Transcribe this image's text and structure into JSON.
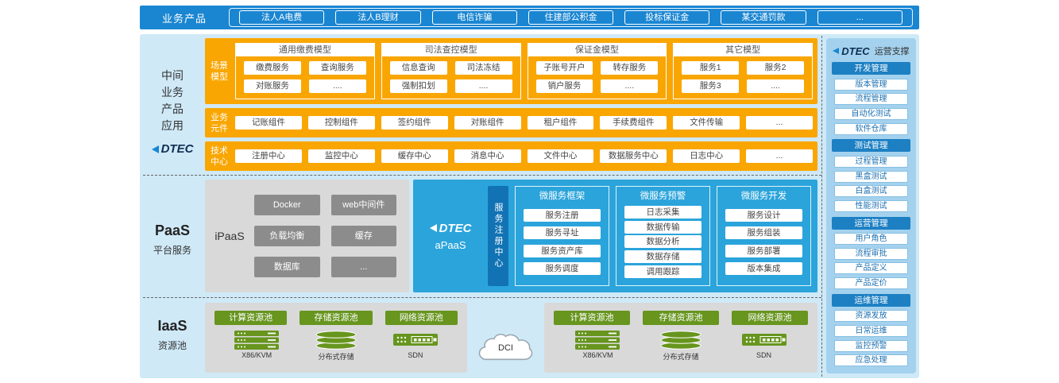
{
  "colors": {
    "top_bar_blue": "#1a86d2",
    "panel_light_blue": "#cfe9f7",
    "orange": "#f9a602",
    "apaas_blue": "#2ba4db",
    "registry_tab_blue": "#1173b4",
    "gray_box": "#d9d9d9",
    "gray_chip": "#8c8c8c",
    "green": "#67951e",
    "sidebar_bg": "#a4d2ee",
    "sidebar_header_blue": "#1d80c3",
    "logo_navy": "#0e2f52"
  },
  "top_bar": {
    "label": "业务产品",
    "products": [
      "法人A电费",
      "法人B理财",
      "电信诈骗",
      "住建部公积金",
      "投标保证金",
      "某交通罚款",
      "..."
    ]
  },
  "left_column": {
    "middle_app_label_lines": [
      "中间",
      "业务",
      "产品",
      "应用"
    ],
    "logo_text": "DTEC",
    "paas_title": "PaaS",
    "paas_subtitle": "平台服务",
    "iaas_title": "IaaS",
    "iaas_subtitle": "资源池"
  },
  "middle_section": {
    "scene_models": {
      "label_lines": [
        "场景",
        "模型"
      ],
      "groups": [
        {
          "title": "通用缴费模型",
          "items": [
            "缴费服务",
            "查询服务",
            "对账服务",
            "...."
          ]
        },
        {
          "title": "司法查控模型",
          "items": [
            "信息查询",
            "司法冻结",
            "强制扣划",
            "...."
          ]
        },
        {
          "title": "保证金模型",
          "items": [
            "子账号开户",
            "转存服务",
            "销户服务",
            "...."
          ]
        },
        {
          "title": "其它模型",
          "items": [
            "服务1",
            "服务2",
            "服务3",
            "...."
          ]
        }
      ]
    },
    "business_components": {
      "label_lines": [
        "业务",
        "元件"
      ],
      "items": [
        "记账组件",
        "控制组件",
        "签约组件",
        "对账组件",
        "租户组件",
        "手续费组件",
        "文件传输",
        "..."
      ]
    },
    "tech_centers": {
      "label_lines": [
        "技术",
        "中心"
      ],
      "items": [
        "注册中心",
        "监控中心",
        "缓存中心",
        "消息中心",
        "文件中心",
        "数据服务中心",
        "日志中心",
        "..."
      ]
    }
  },
  "paas_section": {
    "ipaas": {
      "label": "iPaaS",
      "items": [
        "Docker",
        "web中间件",
        "负载均衡",
        "缓存",
        "数据库",
        "..."
      ]
    },
    "apaas": {
      "logo_text": "DTEC",
      "label": "aPaaS",
      "registry_tab": "服务注册中心",
      "groups": [
        {
          "title": "微服务框架",
          "items": [
            "服务注册",
            "服务寻址",
            "服务资产库",
            "服务调度"
          ]
        },
        {
          "title": "微服务预警",
          "items": [
            "日志采集",
            "数据传输",
            "数据分析",
            "数据存储",
            "调用跟踪"
          ]
        },
        {
          "title": "微服务开发",
          "items": [
            "服务设计",
            "服务组装",
            "服务部署",
            "版本集成"
          ]
        }
      ]
    }
  },
  "iaas_section": {
    "pools": [
      "计算资源池",
      "存储资源池",
      "网络资源池"
    ],
    "hardware": [
      "X86/KVM",
      "分布式存储",
      "SDN"
    ],
    "dci_label": "DCI"
  },
  "sidebar": {
    "logo_text": "DTEC",
    "title": "运营支撑",
    "groups": [
      {
        "title": "开发管理",
        "items": [
          "版本管理",
          "流程管理",
          "自动化测试",
          "软件仓库"
        ]
      },
      {
        "title": "测试管理",
        "items": [
          "过程管理",
          "黑盒测试",
          "白盒测试",
          "性能测试"
        ]
      },
      {
        "title": "运营管理",
        "items": [
          "用户角色",
          "流程审批",
          "产品定义",
          "产品定价"
        ]
      },
      {
        "title": "运维管理",
        "items": [
          "资源发放",
          "日常运维",
          "监控预警",
          "应急处理"
        ]
      }
    ]
  }
}
